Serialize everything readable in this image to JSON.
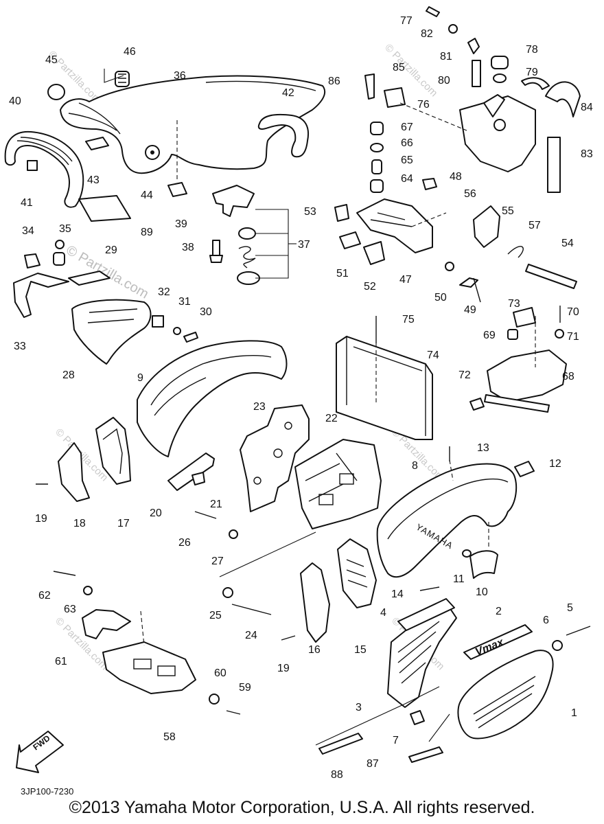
{
  "watermark": {
    "small": "© Partzilla.com",
    "large": "© Partzilla.com"
  },
  "callouts": [
    "1",
    "2",
    "3",
    "4",
    "5",
    "6",
    "7",
    "8",
    "9",
    "10",
    "11",
    "12",
    "13",
    "14",
    "15",
    "16",
    "17",
    "18",
    "19",
    "19",
    "20",
    "21",
    "22",
    "23",
    "24",
    "25",
    "26",
    "27",
    "28",
    "29",
    "30",
    "31",
    "32",
    "33",
    "34",
    "35",
    "36",
    "37",
    "38",
    "39",
    "40",
    "41",
    "42",
    "43",
    "44",
    "45",
    "46",
    "47",
    "48",
    "49",
    "50",
    "51",
    "52",
    "53",
    "54",
    "55",
    "56",
    "57",
    "58",
    "59",
    "60",
    "61",
    "62",
    "63",
    "64",
    "65",
    "66",
    "67",
    "68",
    "69",
    "70",
    "71",
    "72",
    "73",
    "74",
    "75",
    "76",
    "77",
    "78",
    "79",
    "80",
    "81",
    "82",
    "83",
    "84",
    "85",
    "86",
    "87",
    "88",
    "89"
  ],
  "emblem": "Vmax",
  "brand": "YAMAHA",
  "fwd_label": "FWD",
  "drawing_code": "3JP100-7230",
  "copyright": "©2013 Yamaha Motor Corporation, U.S.A. All rights reserved."
}
